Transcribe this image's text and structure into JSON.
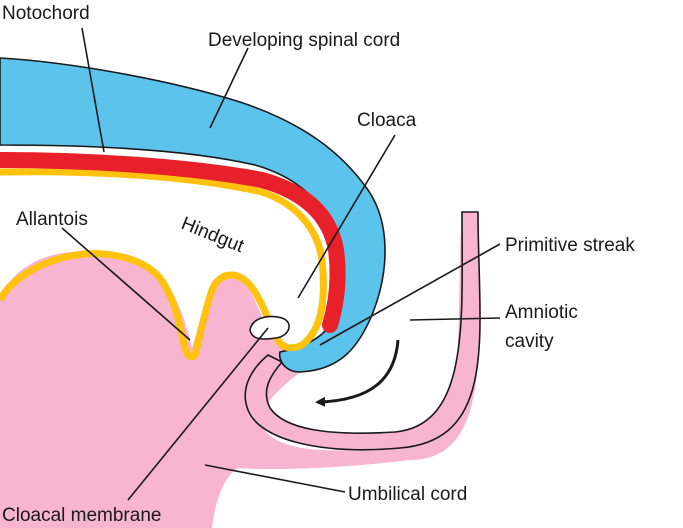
{
  "labels": {
    "notochord": "Notochord",
    "developing_spinal_cord": "Developing spinal cord",
    "cloaca": "Cloaca",
    "allantois": "Allantois",
    "hindgut": "Hindgut",
    "primitive_streak": "Primitive streak",
    "amniotic_cavity_line1": "Amniotic",
    "amniotic_cavity_line2": "cavity",
    "umbilical_cord": "Umbilical cord",
    "cloacal_membrane": "Cloacal membrane"
  },
  "colors": {
    "spinal_cord": "#5bc3ec",
    "notochord": "#e8202a",
    "endoderm": "#ffc20e",
    "mesoderm": "#f7b5cf",
    "outline": "#1a1a1a"
  }
}
